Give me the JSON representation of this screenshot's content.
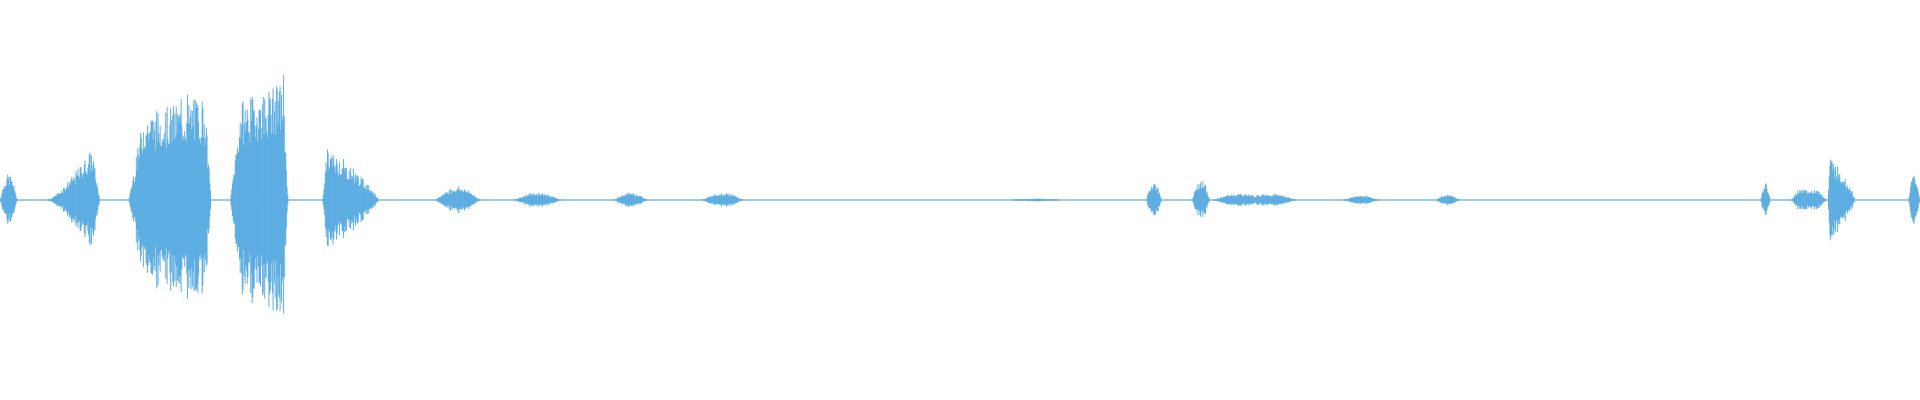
{
  "waveform": {
    "color": "#5dade2",
    "background": "#ffffff",
    "amplitude_scale": 1.0
  },
  "segments": [
    {
      "start": 0.0,
      "end": 0.009,
      "peak": 0.14,
      "shape": "blip"
    },
    {
      "start": 0.025,
      "end": 0.052,
      "peak": 0.28,
      "shape": "swell"
    },
    {
      "start": 0.067,
      "end": 0.11,
      "peak": 0.57,
      "shape": "plateau"
    },
    {
      "start": 0.12,
      "end": 0.15,
      "peak": 0.65,
      "shape": "plateau"
    },
    {
      "start": 0.168,
      "end": 0.197,
      "peak": 0.28,
      "shape": "burst"
    },
    {
      "start": 0.227,
      "end": 0.25,
      "peak": 0.07,
      "shape": "hump"
    },
    {
      "start": 0.268,
      "end": 0.292,
      "peak": 0.04,
      "shape": "hump"
    },
    {
      "start": 0.32,
      "end": 0.337,
      "peak": 0.04,
      "shape": "hump"
    },
    {
      "start": 0.366,
      "end": 0.387,
      "peak": 0.04,
      "shape": "hump"
    },
    {
      "start": 0.528,
      "end": 0.551,
      "peak": 0.008,
      "shape": "hump"
    },
    {
      "start": 0.597,
      "end": 0.605,
      "peak": 0.1,
      "shape": "blip"
    },
    {
      "start": 0.621,
      "end": 0.63,
      "peak": 0.11,
      "shape": "blip"
    },
    {
      "start": 0.632,
      "end": 0.675,
      "peak": 0.04,
      "shape": "double"
    },
    {
      "start": 0.7,
      "end": 0.718,
      "peak": 0.025,
      "shape": "hump"
    },
    {
      "start": 0.748,
      "end": 0.76,
      "peak": 0.03,
      "shape": "hump"
    },
    {
      "start": 0.917,
      "end": 0.922,
      "peak": 0.09,
      "shape": "blip"
    },
    {
      "start": 0.933,
      "end": 0.951,
      "peak": 0.07,
      "shape": "double"
    },
    {
      "start": 0.952,
      "end": 0.966,
      "peak": 0.24,
      "shape": "burst"
    },
    {
      "start": 0.994,
      "end": 1.0,
      "peak": 0.14,
      "shape": "blip"
    }
  ]
}
